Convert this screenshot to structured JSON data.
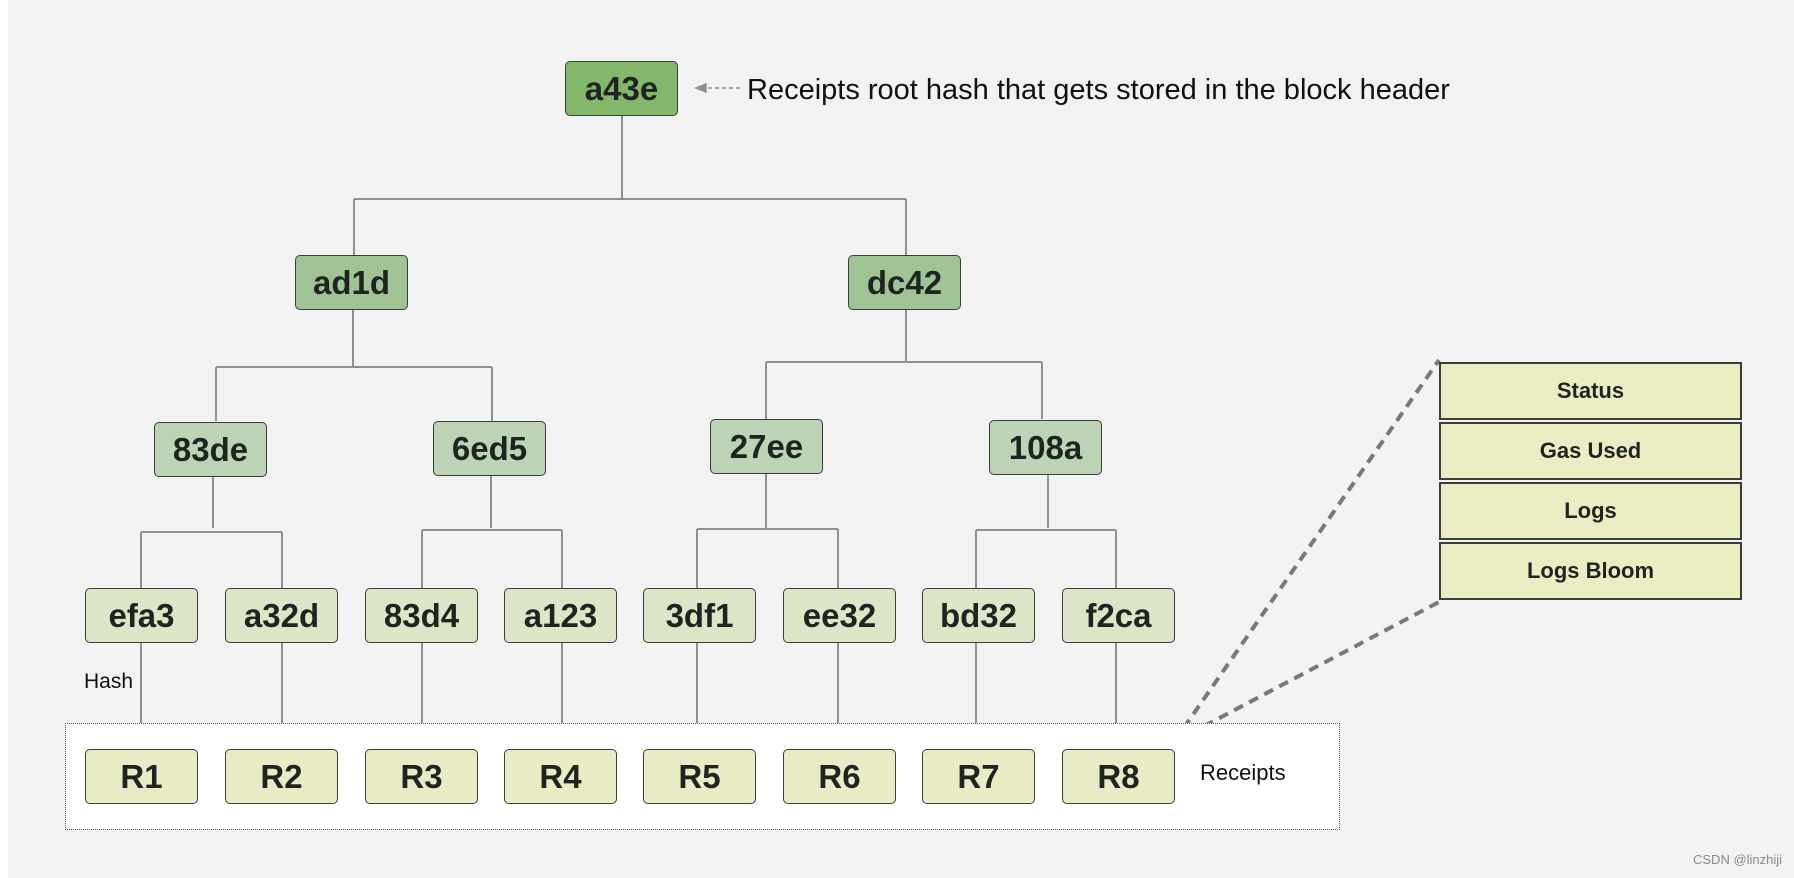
{
  "root": {
    "hash": "a43e",
    "caption": "Receipts root hash that gets stored in the block header"
  },
  "level1": [
    "ad1d",
    "dc42"
  ],
  "level2": [
    "83de",
    "6ed5",
    "27ee",
    "108a"
  ],
  "level3": [
    "efa3",
    "a32d",
    "83d4",
    "a123",
    "3df1",
    "ee32",
    "bd32",
    "f2ca"
  ],
  "receipts": [
    "R1",
    "R2",
    "R3",
    "R4",
    "R5",
    "R6",
    "R7",
    "R8"
  ],
  "labels": {
    "hash": "Hash",
    "receipts": "Receipts"
  },
  "receipt_fields": [
    "Status",
    "Gas Used",
    "Logs",
    "Logs Bloom"
  ],
  "watermark": "CSDN @linzhiji",
  "colors": {
    "root": "#82b76c",
    "level1": "#9fc395",
    "level2": "#bcd4b5",
    "level3": "#dce6c6",
    "receipt": "#e9ebc4",
    "field": "#ececc2",
    "connector": "#8a9098"
  }
}
